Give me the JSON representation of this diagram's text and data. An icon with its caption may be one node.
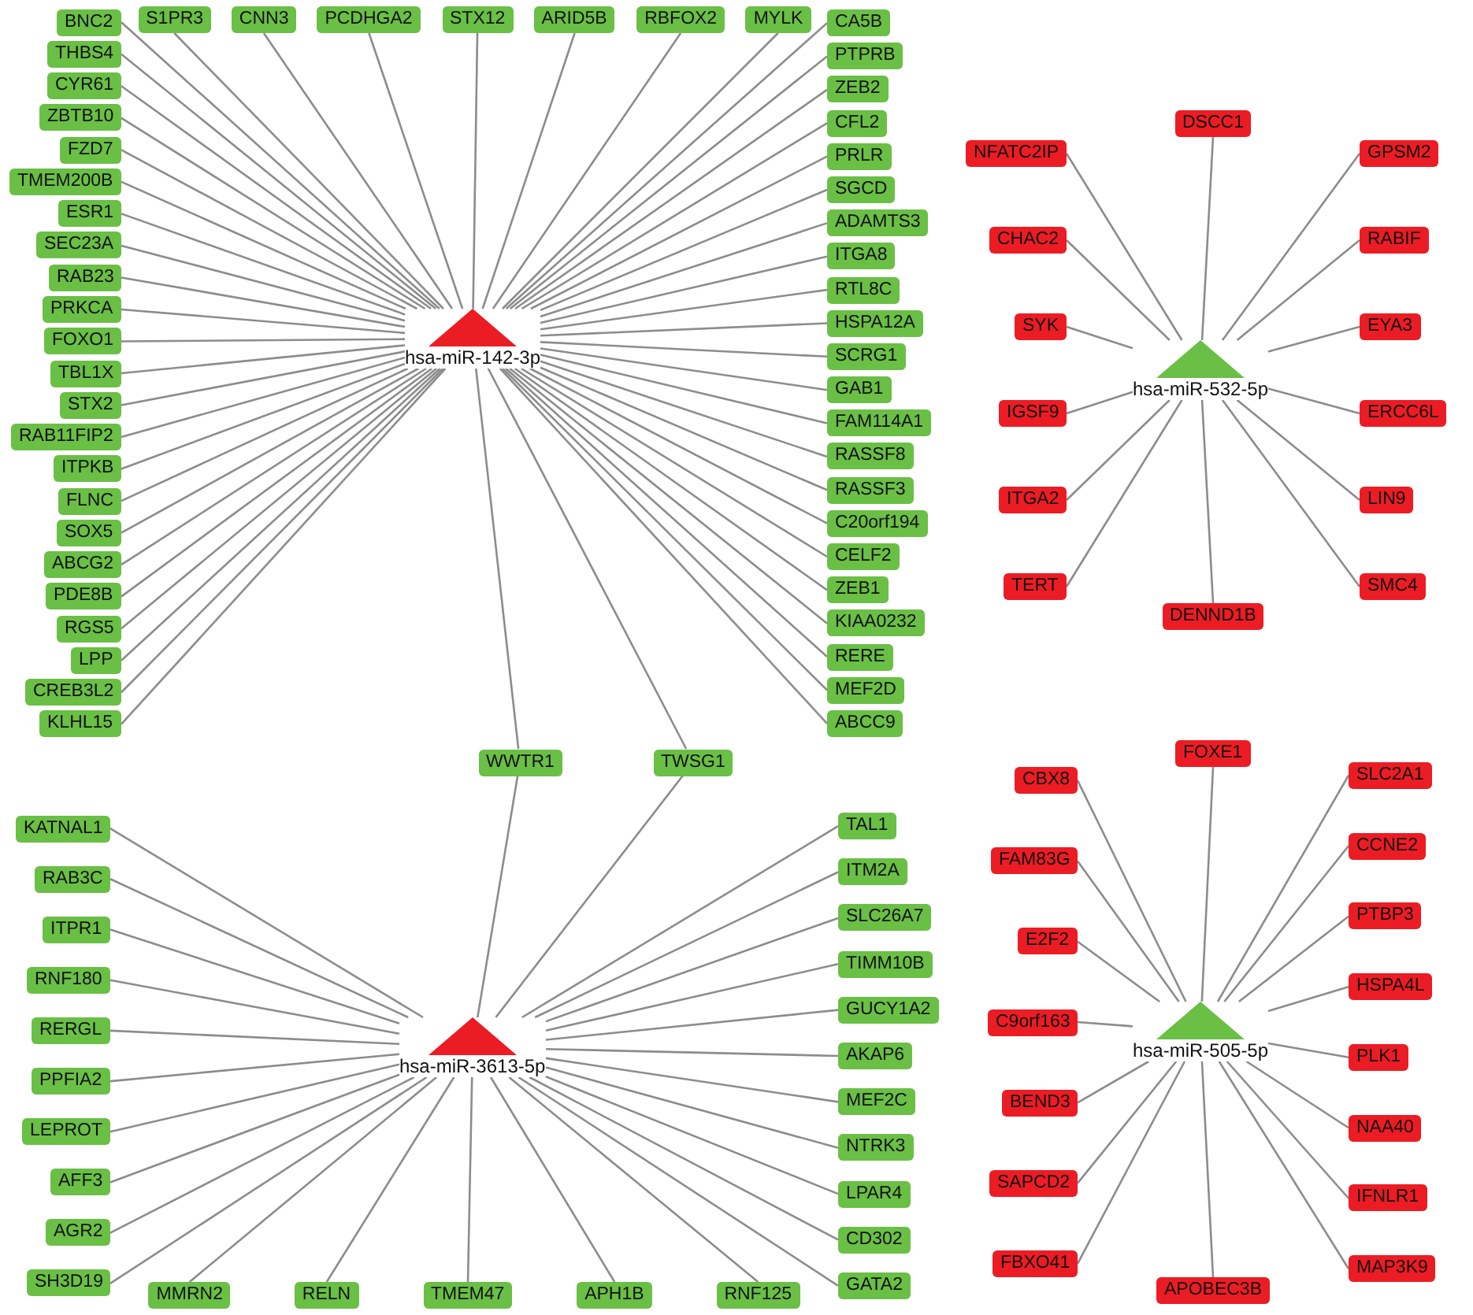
{
  "diagram": {
    "nodes": [
      {
        "text": [
          "hsa-miR-142-3p"
        ]
      },
      {
        "text": [
          "BNC2"
        ]
      },
      {
        "text": [
          "PCDHGA2"
        ]
      },
      {
        "text": [
          "ARID5B"
        ]
      },
      {
        "text": [
          "PTPRB"
        ]
      },
      {
        "text": [
          "MYLK"
        ]
      },
      {
        "text": [
          "STX12"
        ]
      },
      {
        "text": [
          "THBS4"
        ]
      },
      {
        "text": [
          "CFL2"
        ]
      },
      {
        "text": [
          "ZBTB10"
        ]
      },
      {
        "text": [
          "S1PR3"
        ]
      },
      {
        "text": [
          "ZEB2"
        ]
      },
      {
        "text": [
          "RBFOX2"
        ]
      },
      {
        "text": [
          "TMEM200B"
        ]
      },
      {
        "text": [
          "PRLR"
        ]
      },
      {
        "text": [
          "ADAMTS3"
        ]
      },
      {
        "text": [
          "CYR61"
        ]
      },
      {
        "text": [
          "CNN3"
        ]
      },
      {
        "text": [
          "ESR1"
        ]
      },
      {
        "text": [
          "CA5B"
        ]
      },
      {
        "text": [
          "SGCD"
        ]
      },
      {
        "text": [
          "ITGA8"
        ]
      },
      {
        "text": [
          "SEC23A"
        ]
      },
      {
        "text": [
          "FZD7"
        ]
      },
      {
        "text": [
          "RAB23"
        ]
      },
      {
        "text": [
          "RTL8C"
        ]
      },
      {
        "text": [
          "HSPA12A"
        ]
      },
      {
        "text": [
          "PRKCA"
        ]
      },
      {
        "text": [
          "SCRG1"
        ]
      },
      {
        "text": [
          "GAB1"
        ]
      },
      {
        "text": [
          "FOXO1"
        ]
      },
      {
        "text": [
          "TBL1X"
        ]
      },
      {
        "text": [
          "RASSF8"
        ]
      },
      {
        "text": [
          "FAM114A1"
        ]
      },
      {
        "text": [
          "ITPKB"
        ]
      },
      {
        "text": [
          "STX2"
        ]
      },
      {
        "text": [
          "RAB11FIP2"
        ]
      },
      {
        "text": [
          "LPP"
        ]
      },
      {
        "text": [
          "RERE"
        ]
      },
      {
        "text": [
          "C20orf194"
        ]
      },
      {
        "text": [
          "SOX5"
        ]
      },
      {
        "text": [
          "PDE8B"
        ]
      },
      {
        "text": [
          "MEF2D"
        ]
      },
      {
        "text": [
          "RASSF3"
        ]
      },
      {
        "text": [
          "FLNC"
        ]
      },
      {
        "text": [
          "CELF2"
        ]
      },
      {
        "text": [
          "KLHL15"
        ]
      },
      {
        "text": [
          "ABCG2"
        ]
      },
      {
        "text": [
          "CREB3L2"
        ]
      },
      {
        "text": [
          "ABCC9"
        ]
      },
      {
        "text": [
          "KIAA0232"
        ]
      },
      {
        "text": [
          "ZEB1"
        ]
      },
      {
        "text": [
          "RGS5"
        ]
      },
      {
        "text": [
          "hsa-miR-532-5p"
        ]
      },
      {
        "text": [
          "RABIF"
        ]
      },
      {
        "text": [
          "GPSM2"
        ]
      },
      {
        "text": [
          "EYA3"
        ]
      },
      {
        "text": [
          "DSCC1"
        ]
      },
      {
        "text": [
          "ERCC6L"
        ]
      },
      {
        "text": [
          "NFATC2IP"
        ]
      },
      {
        "text": [
          "LIN9"
        ]
      },
      {
        "text": [
          "CHAC2"
        ]
      },
      {
        "text": [
          "SMC4"
        ]
      },
      {
        "text": [
          "SYK"
        ]
      },
      {
        "text": [
          "TERT"
        ]
      },
      {
        "text": [
          "IGSF9"
        ]
      },
      {
        "text": [
          "DENND1B"
        ]
      },
      {
        "text": [
          "ITGA2"
        ]
      },
      {
        "text": [
          "WWTR1"
        ]
      },
      {
        "text": [
          "TWSG1"
        ]
      },
      {
        "text": [
          "hsa-miR-3613-5p"
        ]
      },
      {
        "text": [
          "KATNAL1"
        ]
      },
      {
        "text": [
          "ITPR1"
        ]
      },
      {
        "text": [
          "TAL1"
        ]
      },
      {
        "text": [
          "ITM2A"
        ]
      },
      {
        "text": [
          "RAB3C"
        ]
      },
      {
        "text": [
          "RNF180"
        ]
      },
      {
        "text": [
          "SLC26A7"
        ]
      },
      {
        "text": [
          "TIMM10B"
        ]
      },
      {
        "text": [
          "RERGL"
        ]
      },
      {
        "text": [
          "GUCY1A2"
        ]
      },
      {
        "text": [
          "PPFIA2"
        ]
      },
      {
        "text": [
          "AFF3"
        ]
      },
      {
        "text": [
          "MEF2C"
        ]
      },
      {
        "text": [
          "AKAP6"
        ]
      },
      {
        "text": [
          "LEPROT"
        ]
      },
      {
        "text": [
          "AGR2"
        ]
      },
      {
        "text": [
          "TMEM47"
        ]
      },
      {
        "text": [
          "CD302"
        ]
      },
      {
        "text": [
          "NTRK3"
        ]
      },
      {
        "text": [
          "SH3D19"
        ]
      },
      {
        "text": [
          "MMRN2"
        ]
      },
      {
        "text": [
          "RNF125"
        ]
      },
      {
        "text": [
          "LPAR4"
        ]
      },
      {
        "text": [
          "APH1B"
        ]
      },
      {
        "text": [
          "RELN"
        ]
      },
      {
        "text": [
          "GATA2"
        ]
      },
      {
        "text": [
          "hsa-miR-505-5p"
        ]
      },
      {
        "text": [
          "CCNE2"
        ]
      },
      {
        "text": [
          "FOXE1"
        ]
      },
      {
        "text": [
          "SLC2A1"
        ]
      },
      {
        "text": [
          "PTBP3"
        ]
      },
      {
        "text": [
          "FAM83G"
        ]
      },
      {
        "text": [
          "CBX8"
        ]
      },
      {
        "text": [
          "HSPA4L"
        ]
      },
      {
        "text": [
          "PLK1"
        ]
      },
      {
        "text": [
          "E2F2"
        ]
      },
      {
        "text": [
          "NAA40"
        ]
      },
      {
        "text": [
          "C9orf163"
        ]
      },
      {
        "text": [
          "APOBEC3B"
        ]
      },
      {
        "text": [
          "IFNLR1"
        ]
      },
      {
        "text": [
          "BEND3"
        ]
      },
      {
        "text": [
          "MAP3K9"
        ]
      },
      {
        "text": [
          "SAPCD2"
        ]
      },
      {
        "text": [
          "FBXO41"
        ]
      }
    ],
    "edges": [
      {
        "from": 0,
        "to": 1,
        "arrow": "none"
      },
      {
        "from": 0,
        "to": 2,
        "arrow": "none"
      },
      {
        "from": 0,
        "to": 3,
        "arrow": "none"
      },
      {
        "from": 0,
        "to": 4,
        "arrow": "none"
      },
      {
        "from": 0,
        "to": 5,
        "arrow": "none"
      },
      {
        "from": 0,
        "to": 6,
        "arrow": "none"
      },
      {
        "from": 0,
        "to": 7,
        "arrow": "none"
      },
      {
        "from": 0,
        "to": 8,
        "arrow": "none"
      },
      {
        "from": 0,
        "to": 9,
        "arrow": "none"
      },
      {
        "from": 0,
        "to": 10,
        "arrow": "none"
      },
      {
        "from": 0,
        "to": 11,
        "arrow": "none"
      },
      {
        "from": 0,
        "to": 12,
        "arrow": "none"
      },
      {
        "from": 0,
        "to": 13,
        "arrow": "none"
      },
      {
        "from": 0,
        "to": 14,
        "arrow": "none"
      },
      {
        "from": 0,
        "to": 15,
        "arrow": "none"
      },
      {
        "from": 0,
        "to": 16,
        "arrow": "none"
      },
      {
        "from": 0,
        "to": 17,
        "arrow": "none"
      },
      {
        "from": 0,
        "to": 18,
        "arrow": "none"
      },
      {
        "from": 0,
        "to": 19,
        "arrow": "none"
      },
      {
        "from": 0,
        "to": 20,
        "arrow": "none"
      },
      {
        "from": 0,
        "to": 21,
        "arrow": "none"
      },
      {
        "from": 0,
        "to": 22,
        "arrow": "none"
      },
      {
        "from": 0,
        "to": 23,
        "arrow": "none"
      },
      {
        "from": 0,
        "to": 24,
        "arrow": "none"
      },
      {
        "from": 0,
        "to": 25,
        "arrow": "none"
      },
      {
        "from": 0,
        "to": 26,
        "arrow": "none"
      },
      {
        "from": 0,
        "to": 27,
        "arrow": "none"
      },
      {
        "from": 0,
        "to": 28,
        "arrow": "none"
      },
      {
        "from": 0,
        "to": 29,
        "arrow": "none"
      },
      {
        "from": 0,
        "to": 30,
        "arrow": "none"
      },
      {
        "from": 0,
        "to": 31,
        "arrow": "none"
      },
      {
        "from": 0,
        "to": 32,
        "arrow": "none"
      },
      {
        "from": 0,
        "to": 33,
        "arrow": "none"
      },
      {
        "from": 0,
        "to": 34,
        "arrow": "none"
      },
      {
        "from": 0,
        "to": 35,
        "arrow": "none"
      },
      {
        "from": 0,
        "to": 36,
        "arrow": "none"
      },
      {
        "from": 0,
        "to": 37,
        "arrow": "none"
      },
      {
        "from": 0,
        "to": 38,
        "arrow": "none"
      },
      {
        "from": 0,
        "to": 39,
        "arrow": "none"
      },
      {
        "from": 0,
        "to": 40,
        "arrow": "none"
      },
      {
        "from": 0,
        "to": 41,
        "arrow": "none"
      },
      {
        "from": 0,
        "to": 42,
        "arrow": "none"
      },
      {
        "from": 0,
        "to": 43,
        "arrow": "none"
      },
      {
        "from": 0,
        "to": 44,
        "arrow": "none"
      },
      {
        "from": 0,
        "to": 45,
        "arrow": "none"
      },
      {
        "from": 0,
        "to": 46,
        "arrow": "none"
      },
      {
        "from": 0,
        "to": 47,
        "arrow": "none"
      },
      {
        "from": 0,
        "to": 48,
        "arrow": "none"
      },
      {
        "from": 0,
        "to": 49,
        "arrow": "none"
      },
      {
        "from": 0,
        "to": 50,
        "arrow": "none"
      },
      {
        "from": 0,
        "to": 51,
        "arrow": "none"
      },
      {
        "from": 0,
        "to": 52,
        "arrow": "none"
      },
      {
        "from": 53,
        "to": 54,
        "arrow": "none"
      },
      {
        "from": 53,
        "to": 55,
        "arrow": "none"
      },
      {
        "from": 53,
        "to": 56,
        "arrow": "none"
      },
      {
        "from": 53,
        "to": 57,
        "arrow": "none"
      },
      {
        "from": 53,
        "to": 58,
        "arrow": "none"
      },
      {
        "from": 53,
        "to": 59,
        "arrow": "none"
      },
      {
        "from": 53,
        "to": 60,
        "arrow": "none"
      },
      {
        "from": 53,
        "to": 61,
        "arrow": "none"
      },
      {
        "from": 53,
        "to": 62,
        "arrow": "none"
      },
      {
        "from": 53,
        "to": 63,
        "arrow": "none"
      },
      {
        "from": 53,
        "to": 64,
        "arrow": "none"
      },
      {
        "from": 53,
        "to": 65,
        "arrow": "none"
      },
      {
        "from": 53,
        "to": 66,
        "arrow": "none"
      },
      {
        "from": 53,
        "to": 67,
        "arrow": "none"
      },
      {
        "from": 0,
        "to": 68,
        "arrow": "none"
      },
      {
        "from": 0,
        "to": 69,
        "arrow": "none"
      },
      {
        "from": 70,
        "to": 68,
        "arrow": "none"
      },
      {
        "from": 70,
        "to": 69,
        "arrow": "none"
      },
      {
        "from": 70,
        "to": 71,
        "arrow": "none"
      },
      {
        "from": 70,
        "to": 72,
        "arrow": "none"
      },
      {
        "from": 70,
        "to": 73,
        "arrow": "none"
      },
      {
        "from": 70,
        "to": 74,
        "arrow": "none"
      },
      {
        "from": 70,
        "to": 75,
        "arrow": "none"
      },
      {
        "from": 70,
        "to": 76,
        "arrow": "none"
      },
      {
        "from": 70,
        "to": 77,
        "arrow": "none"
      },
      {
        "from": 70,
        "to": 78,
        "arrow": "none"
      },
      {
        "from": 70,
        "to": 79,
        "arrow": "none"
      },
      {
        "from": 70,
        "to": 80,
        "arrow": "none"
      },
      {
        "from": 70,
        "to": 81,
        "arrow": "none"
      },
      {
        "from": 70,
        "to": 82,
        "arrow": "none"
      },
      {
        "from": 70,
        "to": 83,
        "arrow": "none"
      },
      {
        "from": 70,
        "to": 84,
        "arrow": "none"
      },
      {
        "from": 70,
        "to": 85,
        "arrow": "none"
      },
      {
        "from": 70,
        "to": 86,
        "arrow": "none"
      },
      {
        "from": 70,
        "to": 87,
        "arrow": "none"
      },
      {
        "from": 70,
        "to": 88,
        "arrow": "none"
      },
      {
        "from": 70,
        "to": 89,
        "arrow": "none"
      },
      {
        "from": 70,
        "to": 90,
        "arrow": "none"
      },
      {
        "from": 70,
        "to": 91,
        "arrow": "none"
      },
      {
        "from": 70,
        "to": 92,
        "arrow": "none"
      },
      {
        "from": 70,
        "to": 93,
        "arrow": "none"
      },
      {
        "from": 70,
        "to": 94,
        "arrow": "none"
      },
      {
        "from": 70,
        "to": 95,
        "arrow": "none"
      },
      {
        "from": 70,
        "to": 96,
        "arrow": "none"
      },
      {
        "from": 97,
        "to": 98,
        "arrow": "none"
      },
      {
        "from": 97,
        "to": 99,
        "arrow": "none"
      },
      {
        "from": 97,
        "to": 100,
        "arrow": "none"
      },
      {
        "from": 97,
        "to": 101,
        "arrow": "none"
      },
      {
        "from": 97,
        "to": 102,
        "arrow": "none"
      },
      {
        "from": 97,
        "to": 103,
        "arrow": "none"
      },
      {
        "from": 97,
        "to": 104,
        "arrow": "none"
      },
      {
        "from": 97,
        "to": 105,
        "arrow": "none"
      },
      {
        "from": 97,
        "to": 106,
        "arrow": "none"
      },
      {
        "from": 97,
        "to": 107,
        "arrow": "none"
      },
      {
        "from": 97,
        "to": 108,
        "arrow": "none"
      },
      {
        "from": 97,
        "to": 109,
        "arrow": "none"
      },
      {
        "from": 97,
        "to": 110,
        "arrow": "none"
      },
      {
        "from": 97,
        "to": 111,
        "arrow": "none"
      },
      {
        "from": 97,
        "to": 112,
        "arrow": "none"
      },
      {
        "from": 97,
        "to": 113,
        "arrow": "none"
      },
      {
        "from": 97,
        "to": 114,
        "arrow": "none"
      }
    ]
  }
}
